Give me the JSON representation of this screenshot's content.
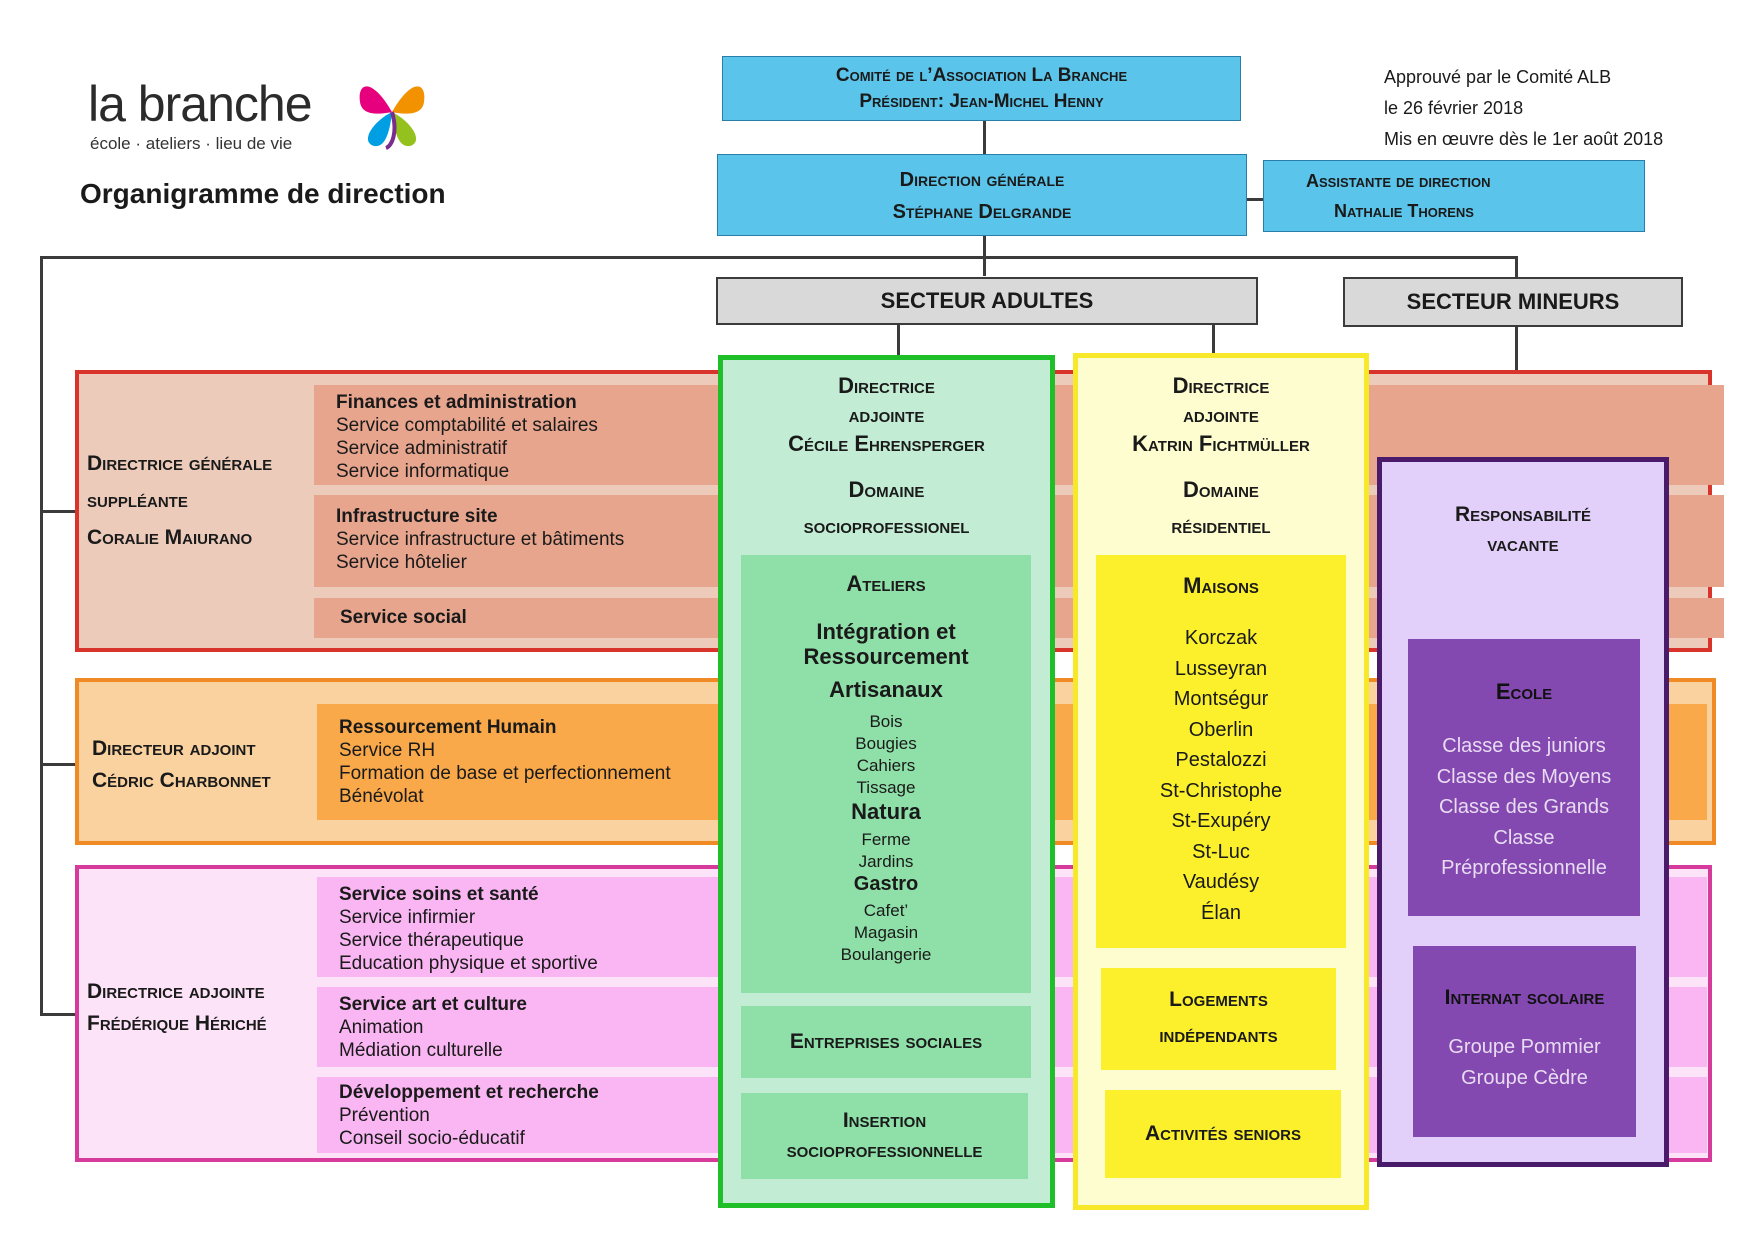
{
  "logo": {
    "name": "la branche",
    "tagline": "école · ateliers · lieu de vie"
  },
  "page_title": "Organigramme de direction",
  "approval": [
    "Approuvé par le Comité ALB",
    "le 26 février 2018",
    "Mis en œuvre dès le 1er août 2018"
  ],
  "committee": {
    "line1": "Comité de l’Association La Branche",
    "line2": "Président: Jean-Michel Henny"
  },
  "direction": {
    "line1": "Direction générale",
    "line2": "Stéphane Delgrande"
  },
  "assistant": {
    "line1": "Assistante de direction",
    "line2": "Nathalie Thorens"
  },
  "sectors": {
    "adults": "SECTEUR ADULTES",
    "minors": "SECTEUR MINEURS"
  },
  "bands": {
    "red": {
      "title": [
        "Directrice générale",
        "suppléante",
        "Coralie Maiurano"
      ],
      "services": [
        {
          "title": "Finances et administration",
          "items": [
            "Service comptabilité et salaires",
            "Service administratif",
            "Service informatique"
          ]
        },
        {
          "title": "Infrastructure site",
          "items": [
            "Service infrastructure et bâtiments",
            "Service hôtelier"
          ]
        },
        {
          "title": "Service social",
          "items": []
        }
      ]
    },
    "orange": {
      "title": [
        "Directeur adjoint",
        "Cédric Charbonnet"
      ],
      "services": [
        {
          "title": "Ressourcement Humain",
          "items": [
            "Service RH",
            "Formation de base et perfectionnement",
            "Bénévolat"
          ]
        }
      ]
    },
    "pink": {
      "title": [
        "Directrice adjointe",
        "Frédérique Hériché"
      ],
      "services": [
        {
          "title": "Service soins et santé",
          "items": [
            "Service infirmier",
            "Service thérapeutique",
            "Education physique et sportive"
          ]
        },
        {
          "title": "Service art et culture",
          "items": [
            "Animation",
            "Médiation culturelle"
          ]
        },
        {
          "title": "Développement et recherche",
          "items": [
            "Prévention",
            "Conseil socio-éducatif"
          ]
        }
      ]
    }
  },
  "green": {
    "head": [
      "Directrice",
      "adjointe",
      "Cécile Ehrensperger"
    ],
    "domain": [
      "Domaine",
      "socioprofessionel"
    ],
    "ateliers_title": "Ateliers",
    "integration": "Intégration et Ressourcement",
    "artisanaux": "Artisanaux",
    "artisanaux_items": [
      "Bois",
      "Bougies",
      "Cahiers",
      "Tissage"
    ],
    "natura": "Natura",
    "natura_items": [
      "Ferme",
      "Jardins"
    ],
    "gastro": "Gastro",
    "gastro_items": [
      "Cafet’",
      "Magasin",
      "Boulangerie"
    ],
    "entreprises": "Entreprises sociales",
    "insertion": [
      "Insertion",
      "socioprofessionnelle"
    ]
  },
  "yellow": {
    "head": [
      "Directrice",
      "adjointe",
      "Katrin Fichtmüller"
    ],
    "domain": [
      "Domaine",
      "résidentiel"
    ],
    "maisons_title": "Maisons",
    "maisons": [
      "Korczak",
      "Lusseyran",
      "Montségur",
      "Oberlin",
      "Pestalozzi",
      "St-Christophe",
      "St-Exupéry",
      "St-Luc",
      "Vaudésy",
      "Élan"
    ],
    "logements": [
      "Logements",
      "indépendants"
    ],
    "seniors": "Activités seniors"
  },
  "purple": {
    "head": [
      "Responsabilité",
      "vacante"
    ],
    "ecole_title": "Ecole",
    "ecole_items": [
      "Classe des juniors",
      "Classe des Moyens",
      "Classe des Grands",
      "Classe",
      "Préprofessionnelle"
    ],
    "internat_title": "Internat scolaire",
    "internat_items": [
      "Groupe Pommier",
      "Groupe Cèdre"
    ]
  },
  "colors": {
    "red": "#d9342b",
    "orange": "#f08a24",
    "pink": "#d63a9a",
    "green": "#1fbf2a",
    "yellow": "#f7e92a",
    "purple": "#4a1a6b",
    "blue_box": "#5bc4ea",
    "grey_box": "#d9d9d9"
  }
}
